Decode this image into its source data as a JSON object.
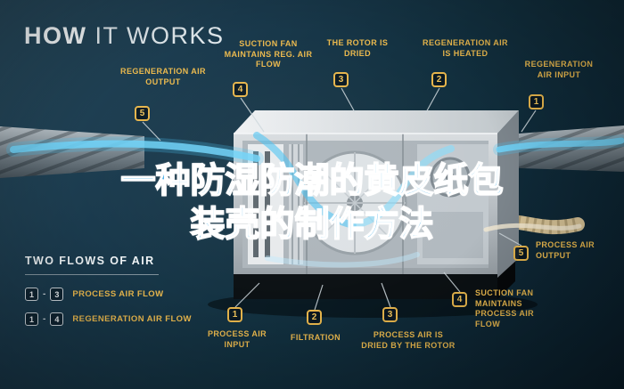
{
  "title": {
    "bold": "HOW",
    "light": "IT WORKS"
  },
  "watermark": {
    "line1": "一种防湿防潮的黄皮纸包",
    "line2": "装壳的制作方法"
  },
  "callouts": [
    {
      "num": "5",
      "label": "REGENERATION AIR OUTPUT"
    },
    {
      "num": "4",
      "label": "SUCTION FAN MAINTAINS REG. AIR FLOW"
    },
    {
      "num": "3",
      "label": "THE ROTOR IS DRIED"
    },
    {
      "num": "2",
      "label": "REGENERATION AIR IS HEATED"
    },
    {
      "num": "1",
      "label": "REGENERATION AIR INPUT"
    },
    {
      "num": "1",
      "label": "PROCESS AIR INPUT"
    },
    {
      "num": "2",
      "label": "FILTRATION"
    },
    {
      "num": "3",
      "label": "PROCESS AIR IS DRIED BY THE ROTOR"
    },
    {
      "num": "4",
      "label": "SUCTION FAN MAINTAINS PROCESS AIR FLOW"
    },
    {
      "num": "5",
      "label": "PROCESS AIR OUTPUT"
    }
  ],
  "legend": {
    "heading": "TWO FLOWS OF AIR",
    "sep": "-",
    "items": [
      {
        "from": "1",
        "to": "3",
        "label": "PROCESS AIR FLOW"
      },
      {
        "from": "1",
        "to": "4",
        "label": "REGENERATION AIR FLOW"
      }
    ]
  },
  "colors": {
    "accent_yellow": "#ecba4e",
    "background": "#12303f",
    "arrow_blue": "#49c2f2",
    "watermark_blue": "#52b3e9"
  }
}
